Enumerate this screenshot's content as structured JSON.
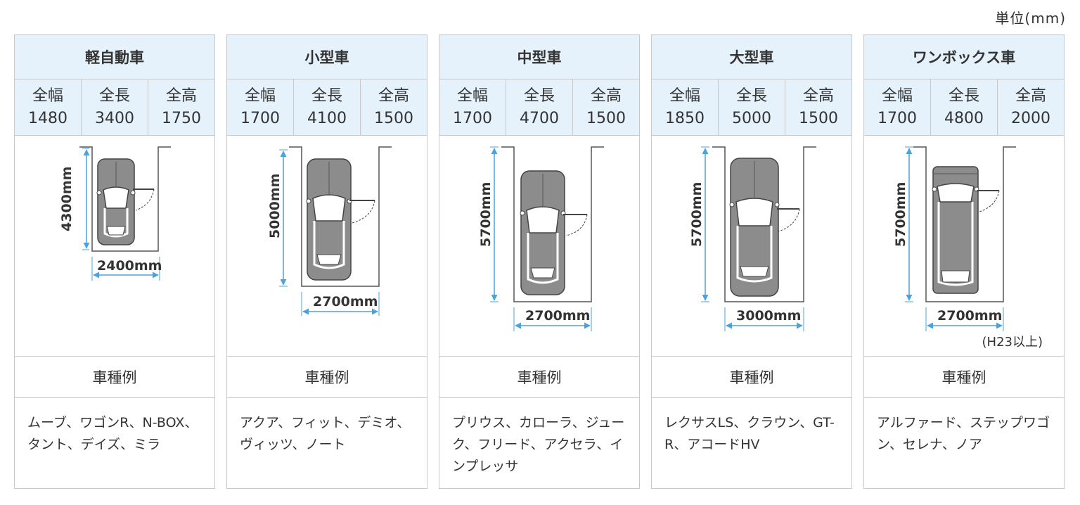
{
  "unit": "単位(mm)",
  "colors": {
    "header_bg": "#e6f2fb",
    "border": "#c9c9c9",
    "arrow": "#4aa3de",
    "car": "#8c8c8c"
  },
  "example_label": "車種例",
  "cards": [
    {
      "title": "軽自動車",
      "dims": [
        {
          "label": "全幅",
          "value": "1480"
        },
        {
          "label": "全長",
          "value": "3400"
        },
        {
          "label": "全高",
          "value": "1750"
        }
      ],
      "depth_label": "4300mm",
      "width_label": "2400mm",
      "note": "",
      "examples": "ムーブ、ワゴンR、N-BOX、タント、デイズ、ミラ"
    },
    {
      "title": "小型車",
      "dims": [
        {
          "label": "全幅",
          "value": "1700"
        },
        {
          "label": "全長",
          "value": "4100"
        },
        {
          "label": "全高",
          "value": "1500"
        }
      ],
      "depth_label": "5000mm",
      "width_label": "2700mm",
      "note": "",
      "examples": "アクア、フィット、デミオ、ヴィッツ、ノート"
    },
    {
      "title": "中型車",
      "dims": [
        {
          "label": "全幅",
          "value": "1700"
        },
        {
          "label": "全長",
          "value": "4700"
        },
        {
          "label": "全高",
          "value": "1500"
        }
      ],
      "depth_label": "5700mm",
      "width_label": "2700mm",
      "note": "",
      "examples": "プリウス、カローラ、ジューク、フリード、アクセラ、インプレッサ"
    },
    {
      "title": "大型車",
      "dims": [
        {
          "label": "全幅",
          "value": "1850"
        },
        {
          "label": "全長",
          "value": "5000"
        },
        {
          "label": "全高",
          "value": "1500"
        }
      ],
      "depth_label": "5700mm",
      "width_label": "3000mm",
      "note": "",
      "examples": "レクサスLS、クラウン、GT-R、アコードHV"
    },
    {
      "title": "ワンボックス車",
      "dims": [
        {
          "label": "全幅",
          "value": "1700"
        },
        {
          "label": "全長",
          "value": "4800"
        },
        {
          "label": "全高",
          "value": "2000"
        }
      ],
      "depth_label": "5700mm",
      "width_label": "2700mm",
      "note": "(H23以上)",
      "examples": "アルファード、ステップワゴン、セレナ、ノア"
    }
  ]
}
